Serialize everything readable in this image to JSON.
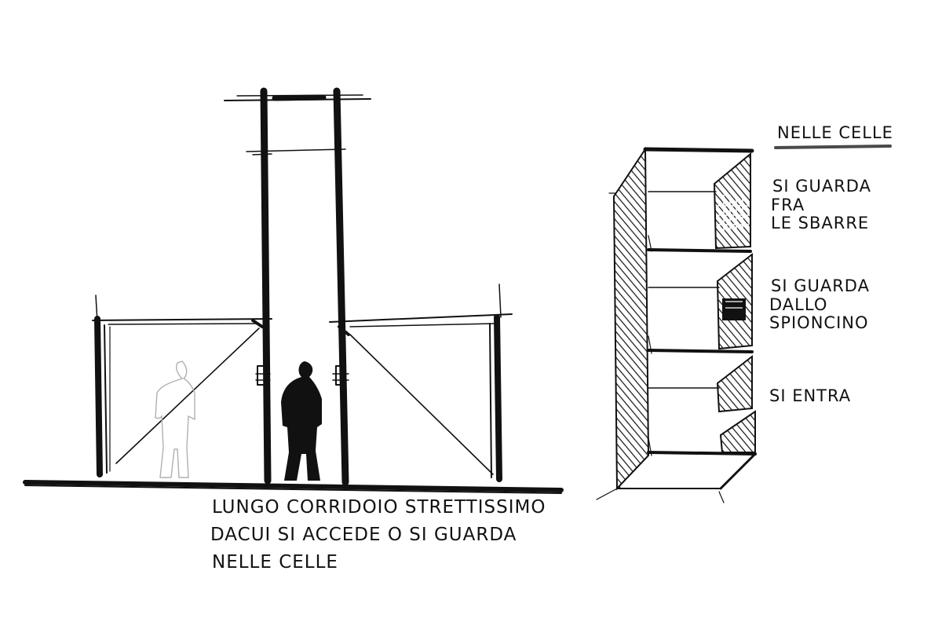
{
  "left_sketch": {
    "caption_lines": [
      "LUNGO CORRIDOIO STRETTISSIMO",
      "DACUI  SI ACCEDE O SI GUARDA",
      "NELLE CELLE"
    ]
  },
  "right_sketch": {
    "heading": "NELLE CELLE",
    "levels": [
      {
        "lines": [
          "SI GUARDA",
          "FRA",
          "LE SBARRE"
        ]
      },
      {
        "lines": [
          "SI GUARDA",
          "DALLO",
          "SPIONCINO"
        ]
      },
      {
        "lines": [
          "SI ENTRA"
        ]
      }
    ]
  },
  "colors": {
    "ink": "#111111",
    "ghost_figure": "#b0b0b0",
    "heading_underline": "#4a4a4a",
    "background": "#ffffff"
  }
}
